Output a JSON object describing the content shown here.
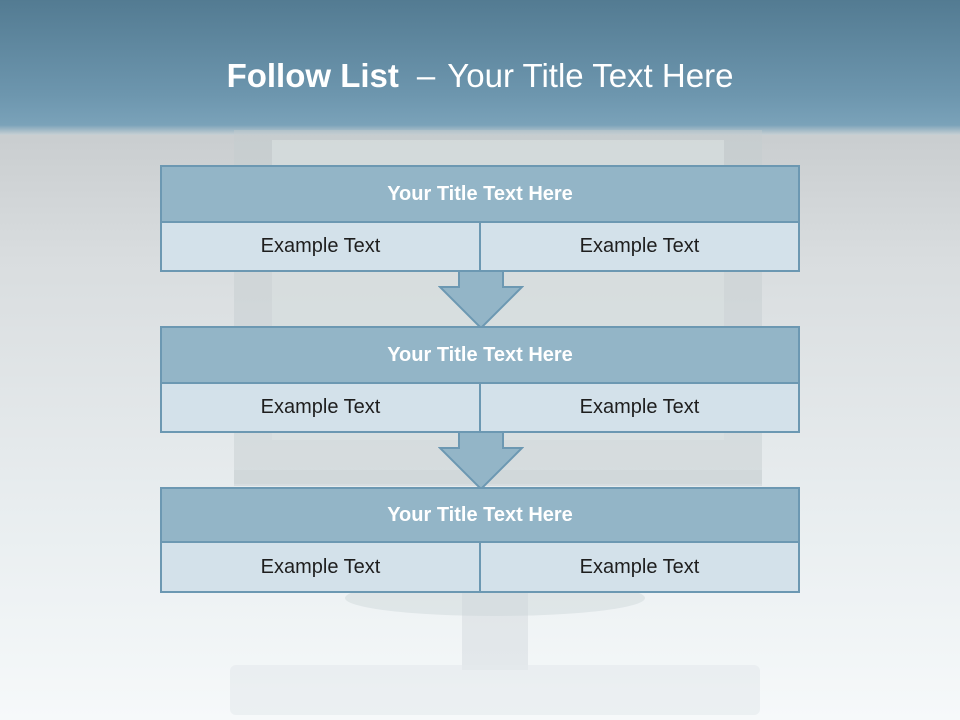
{
  "title": {
    "main": "Follow List",
    "separator": "–",
    "sub": "Your Title Text Here"
  },
  "steps": [
    {
      "title": "Your Title Text Here",
      "left": "Example Text",
      "right": "Example Text"
    },
    {
      "title": "Your Title Text Here",
      "left": "Example Text",
      "right": "Example Text"
    },
    {
      "title": "Your Title Text Here",
      "left": "Example Text",
      "right": "Example Text"
    }
  ],
  "colors": {
    "header": "#6d96ae",
    "box_title_fill": "#93b5c7",
    "box_cell_fill": "#d3e1ea",
    "border": "#6c98b2"
  }
}
